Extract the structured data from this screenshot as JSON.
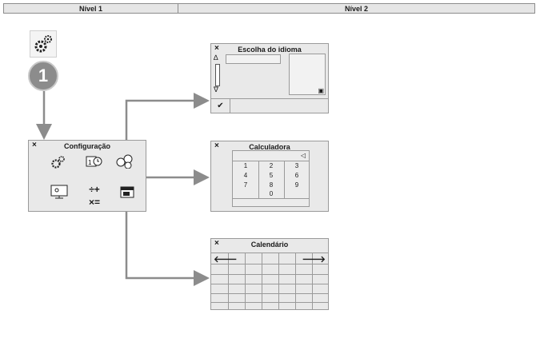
{
  "header": {
    "level1": "Nível 1",
    "level2": "Nível 2"
  },
  "badge": {
    "number": "1"
  },
  "config_panel": {
    "title": "Configuração",
    "close": "×"
  },
  "language_panel": {
    "title": "Escolha do idioma",
    "close": "×",
    "up": "∆",
    "down": "∇",
    "ok": "✔"
  },
  "calculator_panel": {
    "title": "Calculadora",
    "close": "×",
    "backspace": "◁",
    "keys": [
      [
        "1",
        "2",
        "3"
      ],
      [
        "4",
        "5",
        "6"
      ],
      [
        "7",
        "8",
        "9"
      ],
      [
        "",
        "0",
        ""
      ]
    ]
  },
  "calendar_panel": {
    "title": "Calendário",
    "close": "×",
    "prev": "🡐",
    "next": "🡒"
  },
  "icons": {
    "main": "settings-gears-icon",
    "config_items": [
      "gears-icon",
      "date-time-icon",
      "unit-conversion-icon",
      "display-settings-icon",
      "calculator-icon",
      "calendar-icon"
    ]
  },
  "colors": {
    "panel_bg": "#e9e9e9",
    "arrow": "#8c8c8c",
    "badge": "#8c8c8c"
  }
}
